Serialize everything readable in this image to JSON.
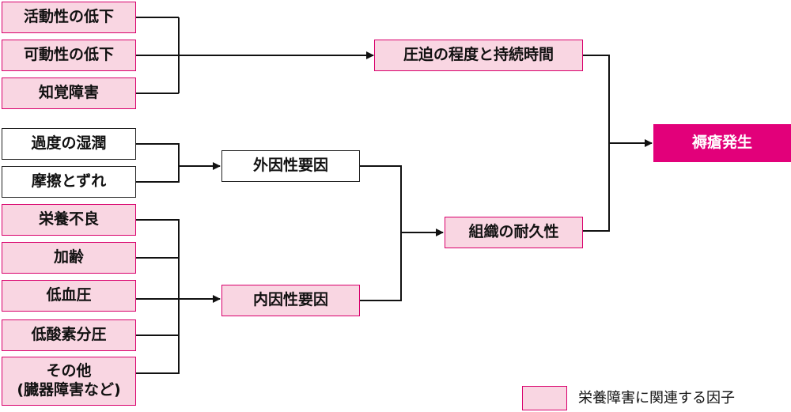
{
  "nodes": {
    "reduced_activity": "活動性の低下",
    "reduced_mobility": "可動性の低下",
    "sensory_impairment": "知覚障害",
    "excess_moisture": "過度の湿潤",
    "friction_shear": "摩擦とずれ",
    "malnutrition": "栄養不良",
    "aging": "加齢",
    "hypotension": "低血圧",
    "low_oxygen": "低酸素分圧",
    "other_line1": "その他",
    "other_line2": "(臓器障害など)",
    "pressure": "圧迫の程度と持続時間",
    "external": "外因性要因",
    "internal": "内因性要因",
    "tolerance": "組織の耐久性",
    "outcome": "褥瘡発生"
  },
  "legend": {
    "label": "栄養障害に関連する因子",
    "swatch_color": "#f9d6e2"
  },
  "colors": {
    "pink_fill": "#f9d6e2",
    "pink_border": "#d9006c",
    "outcome_fill": "#e2007a",
    "line": "#111111"
  }
}
